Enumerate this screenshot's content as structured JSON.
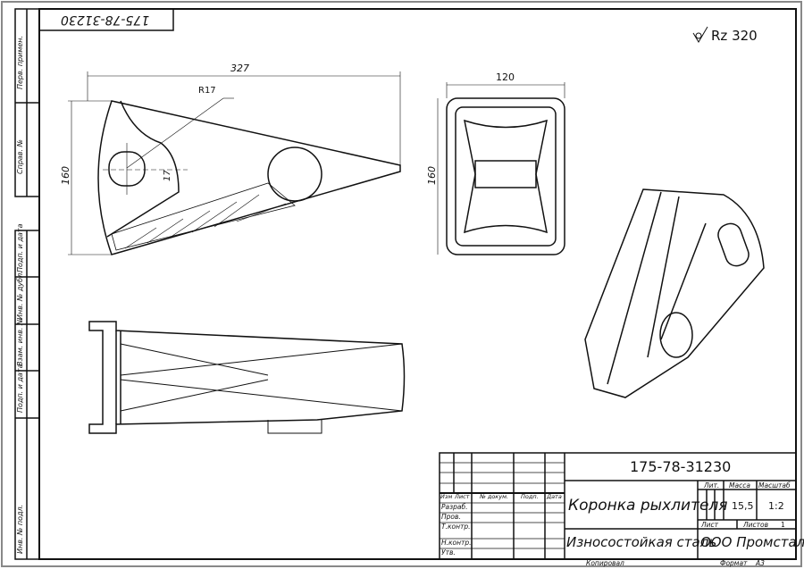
{
  "stamp_top_left": "175-78-31230",
  "roughness": "Rz 320",
  "side_strip": {
    "top": [
      "Перв. примен.",
      "Справ. №"
    ],
    "bottom": [
      "Подп. и дата",
      "Инв. № дубл.",
      "Взам. инв. №",
      "Подп. и дата",
      "Инв. № подл."
    ]
  },
  "dimensions": {
    "length": "327",
    "width": "120",
    "height_side": "160",
    "height_front": "160",
    "radius": "R17",
    "hole": "17"
  },
  "title_block": {
    "designation": "175-78-31230",
    "name": "Коронка рыхлителя",
    "material": "Износостойкая сталь",
    "company": "ООО Промсталь",
    "col_headers": [
      "Изм",
      "Лист",
      "№ докум.",
      "Подп.",
      "Дата"
    ],
    "roles": [
      "Разраб.",
      "Пров.",
      "Т.контр.",
      "Н.контр.",
      "Утв."
    ],
    "lit_label": "Лит.",
    "mass_label": "Масса",
    "scale_label": "Масштаб",
    "mass": "15,5",
    "scale": "1:2",
    "sheet_label": "Лист",
    "sheets_label": "Листов",
    "sheets": "1"
  },
  "footer": {
    "copied": "Копировал",
    "format_label": "Формат",
    "format": "А3"
  }
}
